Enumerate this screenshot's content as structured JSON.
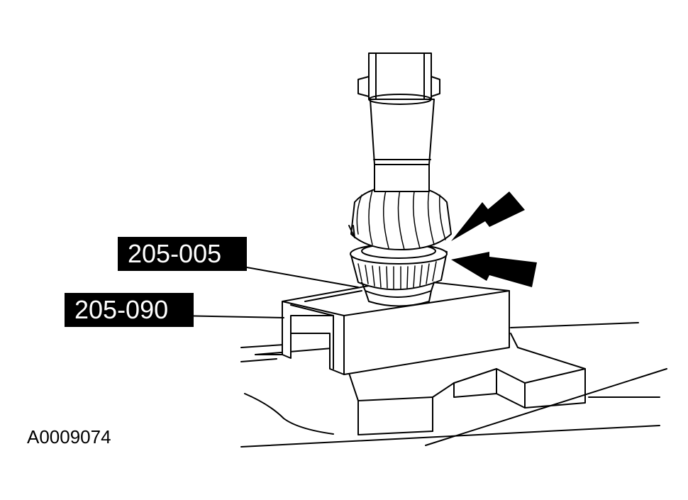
{
  "callouts": [
    {
      "id": "205-005",
      "text": "205-005"
    },
    {
      "id": "205-090",
      "text": "205-090"
    }
  ],
  "figure_id": "A0009074",
  "colors": {
    "ink": "#000000",
    "paper": "#ffffff",
    "callout_bg": "#000000",
    "callout_text": "#ffffff"
  },
  "icons": [
    "arrow-icon",
    "arrow-icon"
  ]
}
